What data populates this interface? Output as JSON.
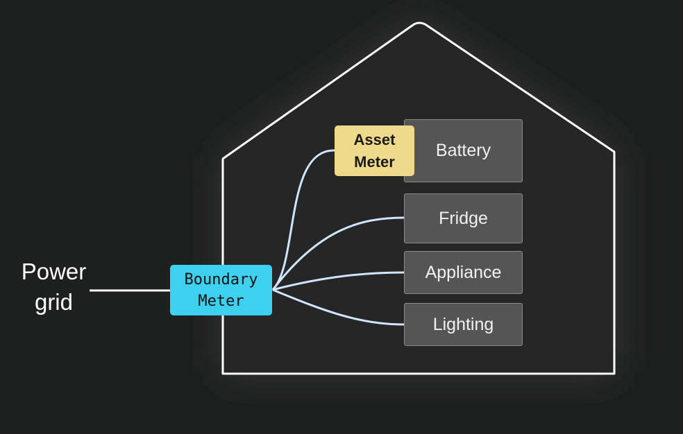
{
  "power_grid": {
    "label": "Power\ngrid"
  },
  "boundary_meter": {
    "label": "Boundary\nMeter",
    "color": "#3dd1ef"
  },
  "asset_meter": {
    "label": "Asset\nMeter",
    "color": "#efd98a"
  },
  "loads": [
    {
      "label": "Battery"
    },
    {
      "label": "Fridge"
    },
    {
      "label": "Appliance"
    },
    {
      "label": "Lighting"
    }
  ],
  "colors": {
    "background": "#1e1f1f",
    "house_outline": "#ffffff",
    "wire": "#cfe6ff",
    "load_box": "#555555"
  }
}
